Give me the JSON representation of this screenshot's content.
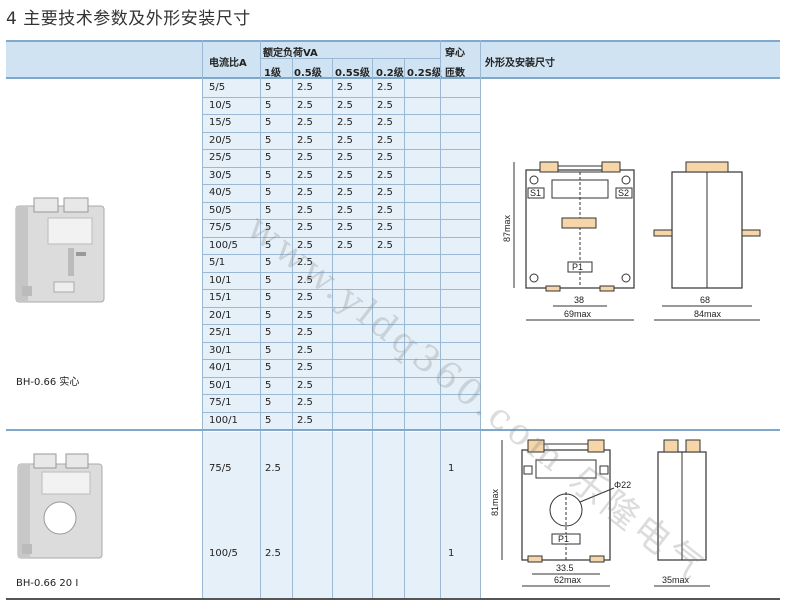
{
  "heading": "4 主要技术参数及外形安装尺寸",
  "header": {
    "ratio": "电流比A",
    "rated_load": "额定负荷VA",
    "class_1": "1级",
    "class_05": "0.5级",
    "class_05s": "0.5S级",
    "class_02": "0.2级",
    "class_02s": "0.2S级",
    "turns_top": "穿心",
    "turns_bottom": "匝数",
    "dims": "外形及安装尺寸"
  },
  "product1": {
    "label": "BH-0.66 实心",
    "rows": [
      {
        "ratio": "5/5",
        "c1": "5",
        "c05": "2.5",
        "c05s": "2.5",
        "c02": "2.5"
      },
      {
        "ratio": "10/5",
        "c1": "5",
        "c05": "2.5",
        "c05s": "2.5",
        "c02": "2.5"
      },
      {
        "ratio": "15/5",
        "c1": "5",
        "c05": "2.5",
        "c05s": "2.5",
        "c02": "2.5"
      },
      {
        "ratio": "20/5",
        "c1": "5",
        "c05": "2.5",
        "c05s": "2.5",
        "c02": "2.5"
      },
      {
        "ratio": "25/5",
        "c1": "5",
        "c05": "2.5",
        "c05s": "2.5",
        "c02": "2.5"
      },
      {
        "ratio": "30/5",
        "c1": "5",
        "c05": "2.5",
        "c05s": "2.5",
        "c02": "2.5"
      },
      {
        "ratio": "40/5",
        "c1": "5",
        "c05": "2.5",
        "c05s": "2.5",
        "c02": "2.5"
      },
      {
        "ratio": "50/5",
        "c1": "5",
        "c05": "2.5",
        "c05s": "2.5",
        "c02": "2.5"
      },
      {
        "ratio": "75/5",
        "c1": "5",
        "c05": "2.5",
        "c05s": "2.5",
        "c02": "2.5"
      },
      {
        "ratio": "100/5",
        "c1": "5",
        "c05": "2.5",
        "c05s": "2.5",
        "c02": "2.5"
      },
      {
        "ratio": "5/1",
        "c1": "5",
        "c05": "2.5",
        "c05s": "",
        "c02": ""
      },
      {
        "ratio": "10/1",
        "c1": "5",
        "c05": "2.5",
        "c05s": "",
        "c02": ""
      },
      {
        "ratio": "15/1",
        "c1": "5",
        "c05": "2.5",
        "c05s": "",
        "c02": ""
      },
      {
        "ratio": "20/1",
        "c1": "5",
        "c05": "2.5",
        "c05s": "",
        "c02": ""
      },
      {
        "ratio": "25/1",
        "c1": "5",
        "c05": "2.5",
        "c05s": "",
        "c02": ""
      },
      {
        "ratio": "30/1",
        "c1": "5",
        "c05": "2.5",
        "c05s": "",
        "c02": ""
      },
      {
        "ratio": "40/1",
        "c1": "5",
        "c05": "2.5",
        "c05s": "",
        "c02": ""
      },
      {
        "ratio": "50/1",
        "c1": "5",
        "c05": "2.5",
        "c05s": "",
        "c02": ""
      },
      {
        "ratio": "75/1",
        "c1": "5",
        "c05": "2.5",
        "c05s": "",
        "c02": ""
      },
      {
        "ratio": "100/1",
        "c1": "5",
        "c05": "2.5",
        "c05s": "",
        "c02": ""
      }
    ],
    "drawing": {
      "height": "87max",
      "inner_width": "38",
      "width": "69max",
      "side_inner": "68",
      "side_width": "84max",
      "s1": "S1",
      "s2": "S2",
      "p1": "P1"
    }
  },
  "product2": {
    "label": "BH-0.66 20 I",
    "rows": [
      {
        "ratio": "75/5",
        "c1": "2.5",
        "turns": "1"
      },
      {
        "ratio": "100/5",
        "c1": "2.5",
        "turns": "1"
      }
    ],
    "drawing": {
      "height": "81max",
      "hole": "Φ22",
      "inner_width": "33.5",
      "width": "62max",
      "side_width": "35max",
      "p1": "P1"
    }
  },
  "watermark": "www.yldq360.com 乐隆电气"
}
